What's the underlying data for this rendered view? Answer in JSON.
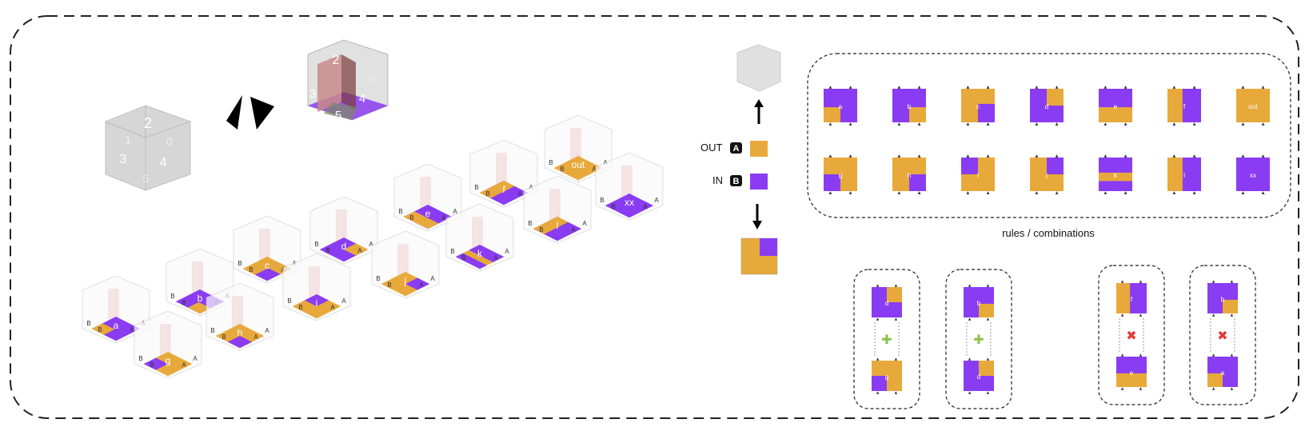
{
  "colors": {
    "purple": "#8a3cf2",
    "orange": "#e8a93b",
    "cube_grey": "#d2d2d2",
    "plus_green": "#8bc34a",
    "cross_red": "#e53935",
    "border": "#333333"
  },
  "cube_key": {
    "labels": [
      "2",
      "1",
      "0",
      "3",
      "4",
      "5"
    ]
  },
  "example_cube": {
    "labels": [
      "2",
      "0",
      "3",
      "4",
      "5"
    ]
  },
  "isometric_tiles": [
    {
      "label": "a",
      "pattern": "a"
    },
    {
      "label": "g",
      "pattern": "g"
    },
    {
      "label": "b",
      "pattern": "b"
    },
    {
      "label": "h",
      "pattern": "h"
    },
    {
      "label": "c",
      "pattern": "c"
    },
    {
      "label": "i",
      "pattern": "i"
    },
    {
      "label": "d",
      "pattern": "d"
    },
    {
      "label": "j",
      "pattern": "j"
    },
    {
      "label": "e",
      "pattern": "e"
    },
    {
      "label": "k",
      "pattern": "k"
    },
    {
      "label": "f",
      "pattern": "f"
    },
    {
      "label": "l",
      "pattern": "l"
    },
    {
      "label": "out",
      "pattern": "out"
    },
    {
      "label": "xx",
      "pattern": "xx"
    }
  ],
  "legend": {
    "out_label": "OUT",
    "out_key": "A",
    "in_label": "IN",
    "in_key": "B"
  },
  "rules": {
    "caption": "rules / combinations",
    "row1": [
      {
        "label": "a",
        "pattern": "a"
      },
      {
        "label": "b",
        "pattern": "b"
      },
      {
        "label": "c",
        "pattern": "c"
      },
      {
        "label": "d",
        "pattern": "d"
      },
      {
        "label": "e",
        "pattern": "e"
      },
      {
        "label": "f",
        "pattern": "f"
      },
      {
        "label": "out",
        "pattern": "out"
      }
    ],
    "row2": [
      {
        "label": "g",
        "pattern": "g"
      },
      {
        "label": "h",
        "pattern": "h"
      },
      {
        "label": "i",
        "pattern": "i"
      },
      {
        "label": "j",
        "pattern": "j"
      },
      {
        "label": "k",
        "pattern": "k"
      },
      {
        "label": "l",
        "pattern": "l"
      },
      {
        "label": "xx",
        "pattern": "xx"
      }
    ]
  },
  "combinations": [
    {
      "top": "d",
      "bottom": "g",
      "valid": true,
      "symbol": "✚"
    },
    {
      "top": "b",
      "bottom": "d",
      "valid": true,
      "symbol": "✚"
    },
    {
      "top": "f",
      "bottom": "e",
      "valid": false,
      "symbol": "✖"
    },
    {
      "top": "b",
      "bottom": "a",
      "valid": false,
      "symbol": "✖"
    }
  ]
}
